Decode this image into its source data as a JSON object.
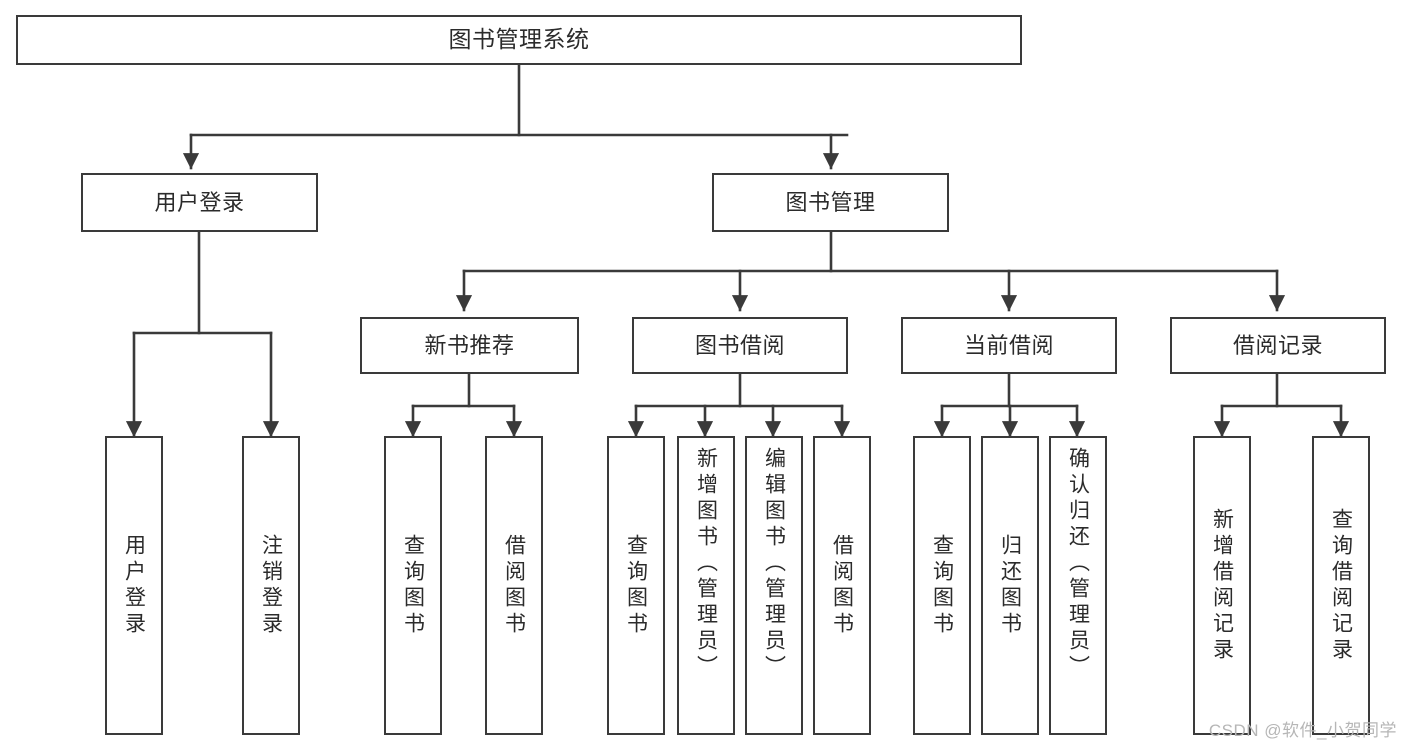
{
  "diagram": {
    "title": "图书管理系统",
    "type": "hierarchy-tree",
    "stroke_color": "#3a3a3a",
    "text_color": "#2b2b2b",
    "background_color": "#ffffff"
  },
  "nodes": {
    "root": {
      "label": "图书管理系统"
    },
    "level1": [
      {
        "label": "用户登录"
      },
      {
        "label": "图书管理"
      }
    ],
    "level2": [
      {
        "label": "新书推荐"
      },
      {
        "label": "图书借阅"
      },
      {
        "label": "当前借阅"
      },
      {
        "label": "借阅记录"
      }
    ],
    "leaves": [
      {
        "label": "用户登录",
        "parent": "用户登录"
      },
      {
        "label": "注销登录",
        "parent": "用户登录"
      },
      {
        "label": "查询图书",
        "parent": "新书推荐"
      },
      {
        "label": "借阅图书",
        "parent": "新书推荐"
      },
      {
        "label": "查询图书",
        "parent": "图书借阅"
      },
      {
        "label": "新增图书（管理员）",
        "parent": "图书借阅"
      },
      {
        "label": "编辑图书（管理员）",
        "parent": "图书借阅"
      },
      {
        "label": "借阅图书",
        "parent": "图书借阅"
      },
      {
        "label": "查询图书",
        "parent": "当前借阅"
      },
      {
        "label": "归还图书",
        "parent": "当前借阅"
      },
      {
        "label": "确认归还（管理员）",
        "parent": "当前借阅"
      },
      {
        "label": "新增借阅记录",
        "parent": "借阅记录"
      },
      {
        "label": "查询借阅记录",
        "parent": "借阅记录"
      }
    ]
  },
  "watermark": {
    "text": "CSDN @软件_小贺同学"
  }
}
